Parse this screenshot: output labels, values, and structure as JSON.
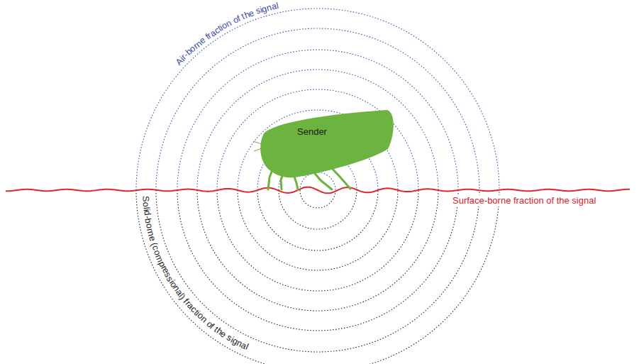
{
  "diagram": {
    "nodes": [
      {
        "text": [
          "Sender"
        ]
      }
    ],
    "labels": [
      "Air-borne fraction of the signal",
      "Surface-borne fraction of the signal",
      "Solid-borne (compressional) fraction of the signal"
    ]
  }
}
